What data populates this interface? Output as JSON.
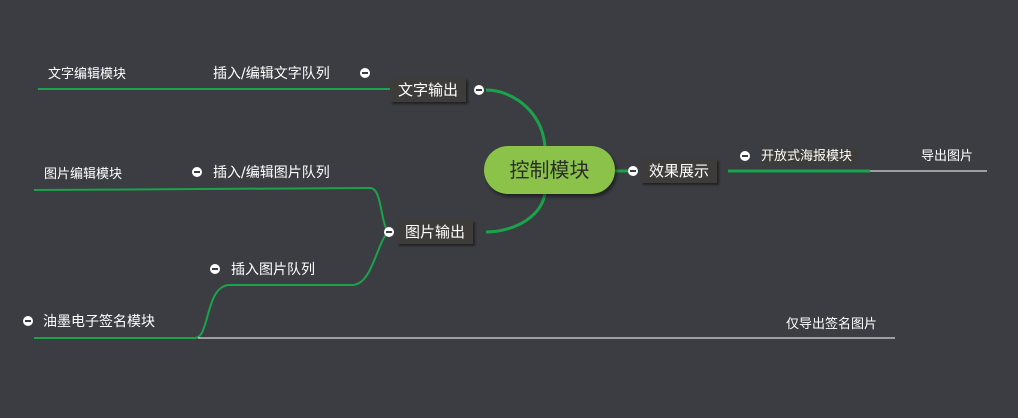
{
  "root": {
    "label": "控制模块"
  },
  "branches": {
    "text_output": {
      "label": "文字输出",
      "child": "插入/编辑文字队列",
      "leaf": "文字编辑模块"
    },
    "image_output": {
      "label": "图片输出",
      "child_edit": "插入/编辑图片队列",
      "leaf_edit": "图片编辑模块",
      "child_insert": "插入图片队列",
      "leaf_sign": "油墨电子签名模块",
      "leaf_sign_export": "仅导出签名图片"
    },
    "effect_display": {
      "label": "效果展示",
      "child": "开放式海报模块",
      "leaf": "导出图片"
    }
  },
  "colors": {
    "background": "#3b3d42",
    "root_fill": "#8bc34a",
    "branch_line": "#1aa34a",
    "leaf_line": "#ffffff"
  }
}
